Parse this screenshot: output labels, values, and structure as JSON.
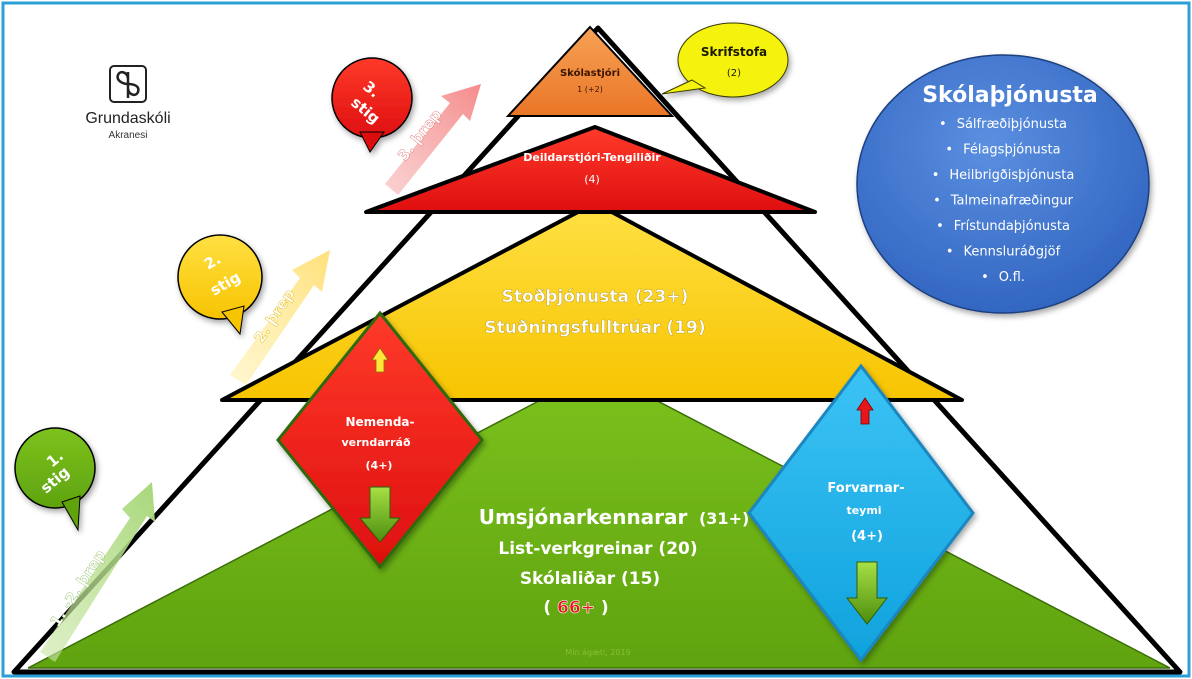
{
  "logo": {
    "icon": "tree-monogram-icon",
    "name": "Grundaskóli",
    "place": "Akranesi"
  },
  "pyramid": {
    "top": {
      "title": "Skólastjóri",
      "count": "1 (+2)",
      "color": "#f0883a"
    },
    "second": {
      "title": "Deildarstjóri-Tengiliðir",
      "count": "(4)",
      "color": "#f21f1f"
    },
    "third": {
      "line1": "Stoðþjónusta (23+)",
      "line2": "Stuðningsfulltrúar (19)",
      "color": "#ffd21a"
    },
    "base": {
      "line1_main": "Umsjónarkennarar",
      "line1_count": "(31+)",
      "line2": "List-verkgreinar (20)",
      "line3": "Skólaliðar (15)",
      "total_open": "(",
      "total_value": "66+",
      "total_close": ")",
      "color": "#6fb516",
      "total_color": "#e8161b"
    }
  },
  "skrifstofa": {
    "title": "Skrifstofa",
    "count": "(2)",
    "color": "#f2f20c"
  },
  "skolathjonusta": {
    "title": "Skólaþjónusta",
    "items": [
      "Sálfræðiþjónusta",
      "Félagsþjónusta",
      "Heilbrigðisþjónusta",
      "Talmeinafræðingur",
      "Frístundaþjónusta",
      "Kennsluráðgjöf",
      "O.fl."
    ],
    "bullet": "•",
    "color": "#3f77cf"
  },
  "nemendaverndarrad": {
    "line1": "Nemenda-",
    "line2": "verndarráð",
    "count": "(4+)",
    "color": "#e81c1c"
  },
  "forvarnarteymi": {
    "line1": "Forvarnar-",
    "line2": "teymi",
    "count": "(4+)",
    "color": "#1aaee8"
  },
  "stages": [
    {
      "num": "1.",
      "word": "stig",
      "step": "1. -2. þrep",
      "color": "#6fb516"
    },
    {
      "num": "2.",
      "word": "stig",
      "step": "2. þrep",
      "color": "#ffd21a"
    },
    {
      "num": "3.",
      "word": "stig",
      "step": "3. þrep",
      "color": "#e81c1c"
    }
  ],
  "credit": "Mín ágæti, 2019"
}
